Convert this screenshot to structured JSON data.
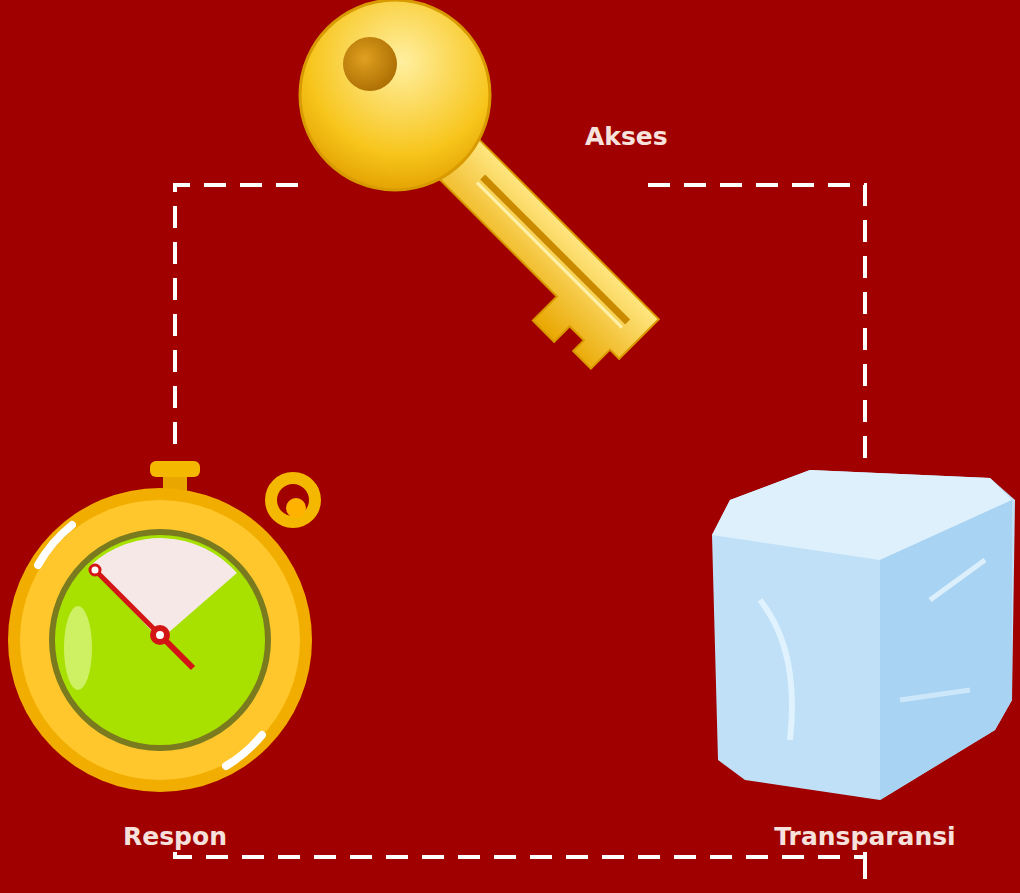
{
  "diagram": {
    "nodes": [
      {
        "text": [
          "Akses"
        ]
      },
      {
        "text": [
          "Respon"
        ]
      },
      {
        "text": [
          "Transparansi"
        ]
      }
    ],
    "edges": [
      {
        "from": 0,
        "to": 1,
        "arrow": "none"
      },
      {
        "from": 0,
        "to": 2,
        "arrow": "none"
      },
      {
        "from": 1,
        "to": 2,
        "arrow": "none"
      }
    ]
  }
}
